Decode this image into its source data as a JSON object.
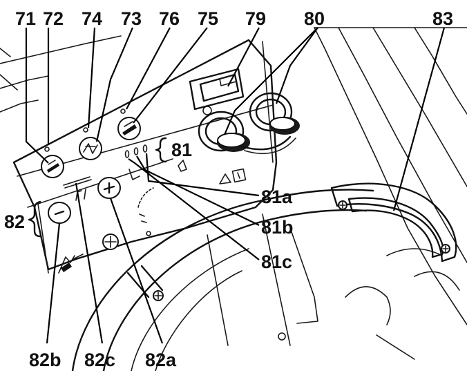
{
  "colors": {
    "background": "#ffffff",
    "linework": "#111111",
    "handle_shade": "#e8e8e8"
  },
  "callouts": {
    "c71": "71",
    "c72": "72",
    "c74": "74",
    "c73": "73",
    "c76": "76",
    "c75": "75",
    "c79": "79",
    "c80": "80",
    "c83": "83",
    "c81": "81",
    "c81a": "81a",
    "c81b": "81b",
    "c81c": "81c",
    "c82": "82",
    "c82b": "82b",
    "c82c": "82c",
    "c82a": "82a"
  }
}
